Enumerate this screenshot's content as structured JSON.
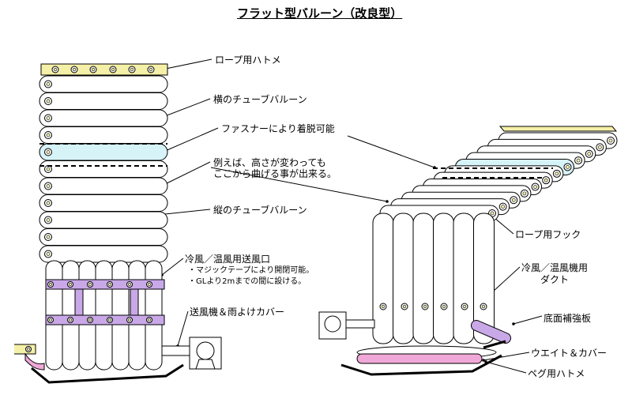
{
  "title": "フラット型バルーン（改良型）",
  "labels": {
    "rope_grommet": "ロープ用ハトメ",
    "horizontal_tube": "横のチューブバルーン",
    "fastener": "ファスナーにより着脱可能",
    "bend_note_1": "例えば、高さが変わっても",
    "bend_note_2": "ここから曲げる事が出来る。",
    "vertical_tube": "縦のチューブバルーン",
    "air_inlet": "冷風／温風用送風口",
    "air_note_1": "・マジックテープにより開閉可能。",
    "air_note_2": "・GLより2mまでの間に設ける。",
    "blower_cover": "送風機＆雨よけカバー",
    "rope_hook": "ロープ用フック",
    "duct_1": "冷風／温風機用",
    "duct_2": "ダクト",
    "base_plate": "底面補強板",
    "weight_cover": "ウエイト＆カバー",
    "peg_grommet": "ペグ用ハトメ"
  },
  "colors": {
    "grommet_band": "#F5F0A8",
    "fastener_tube": "#D6F3F8",
    "air_band": "#C9A8E8",
    "weight_band": "#F0A8D8",
    "outline": "#000000"
  }
}
